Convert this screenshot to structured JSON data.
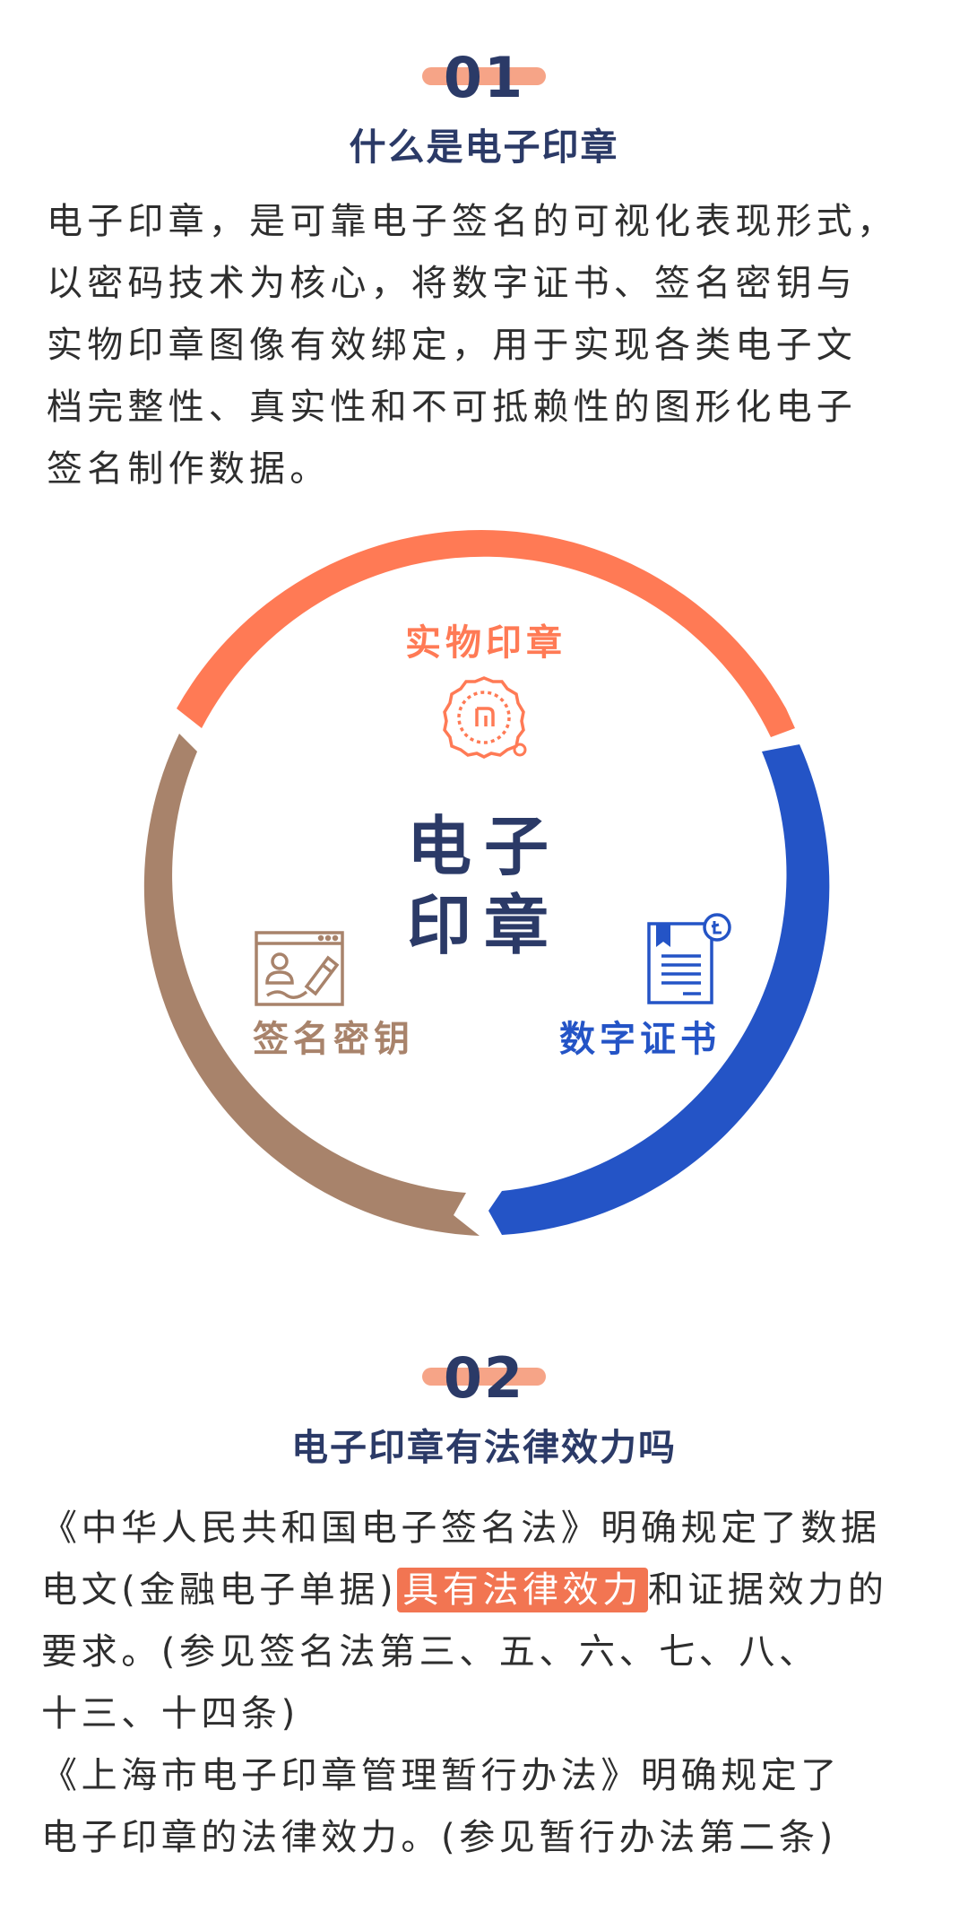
{
  "section1": {
    "number": "01",
    "title": "什么是电子印章",
    "lines": [
      "电子印章，是可靠电子签名的可视化表现形式，",
      "以密码技术为核心，将数字证书、签名密钥与",
      "实物印章图像有效绑定，用于实现各类电子文",
      "档完整性、真实性和不可抵赖性的图形化电子",
      "签名制作数据。"
    ]
  },
  "diagram": {
    "center_line1": "电子",
    "center_line2": "印章",
    "top_label": "实物印章",
    "right_label": "数字证书",
    "left_label": "签名密钥",
    "top_icon": "seal-icon",
    "right_icon": "certificate-icon",
    "left_icon": "signature-pen-icon",
    "colors": {
      "orange": "#ff7a55",
      "blue": "#2454c6",
      "brown": "#a8836b",
      "navy": "#2b3a67"
    }
  },
  "section2": {
    "number": "02",
    "title": "电子印章有法律效力吗",
    "line1": "《中华人民共和国电子签名法》明确规定了数据",
    "line2_before": "电文(金融电子单据)",
    "line2_highlight": "具有法律效力",
    "line2_after": "和证据效力的",
    "line3": "要求。(参见签名法第三、五、六、七、八、",
    "line4": "十三、十四条)",
    "line5": "《上海市电子印章管理暂行办法》明确规定了",
    "line6": "电子印章的法律效力。(参见暂行办法第二条)"
  }
}
